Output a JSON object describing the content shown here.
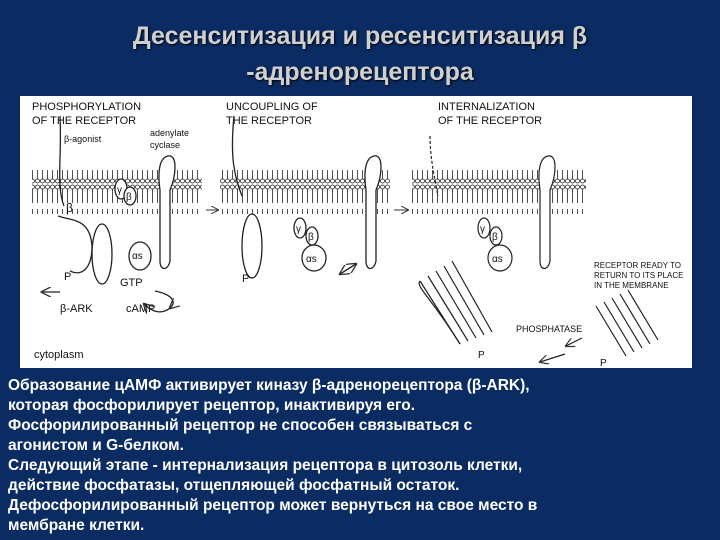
{
  "title": {
    "line1": "Десенситизация и ресенситизация β",
    "line2": "-адренорецептора"
  },
  "diagram": {
    "stage1_title": [
      "PHOSPHORYLATION",
      "OF THE RECEPTOR"
    ],
    "stage2_title": [
      "UNCOUPLING OF",
      "THE RECEPTOR"
    ],
    "stage3_title": [
      "INTERNALIZATION",
      "OF THE RECEPTOR"
    ],
    "beta_agonist": "β-agonist",
    "adenylate": "adenylate",
    "cyclase": "cyclase",
    "gamma": "γ",
    "beta": "β",
    "alpha_s": "αs",
    "gtp": "GTP",
    "camp": "cAMP",
    "beta_ark": "β-ARK",
    "p": "P",
    "cytoplasm": "cytoplasm",
    "phosphatase": "PHOSPHATASE",
    "ready": [
      "RECEPTOR READY TO",
      "RETURN TO ITS PLACE",
      "IN THE MEMBRANE"
    ]
  },
  "caption": [
    "Образование цАМФ активирует киназу β-адренорецептора (β-ARK),",
    "которая фосфорилирует рецептор, инактивируя его.",
    "Фосфорилированный рецептор не способен связываться с",
    "агонистом и G-белком.",
    "Следующий этапе -  интернализация рецептора в цитозоль клетки,",
    "действие фосфатазы, отщепляющей фосфатный остаток.",
    "Дефосфорилированный рецептор может вернуться на свое место в",
    "мембране клетки."
  ]
}
